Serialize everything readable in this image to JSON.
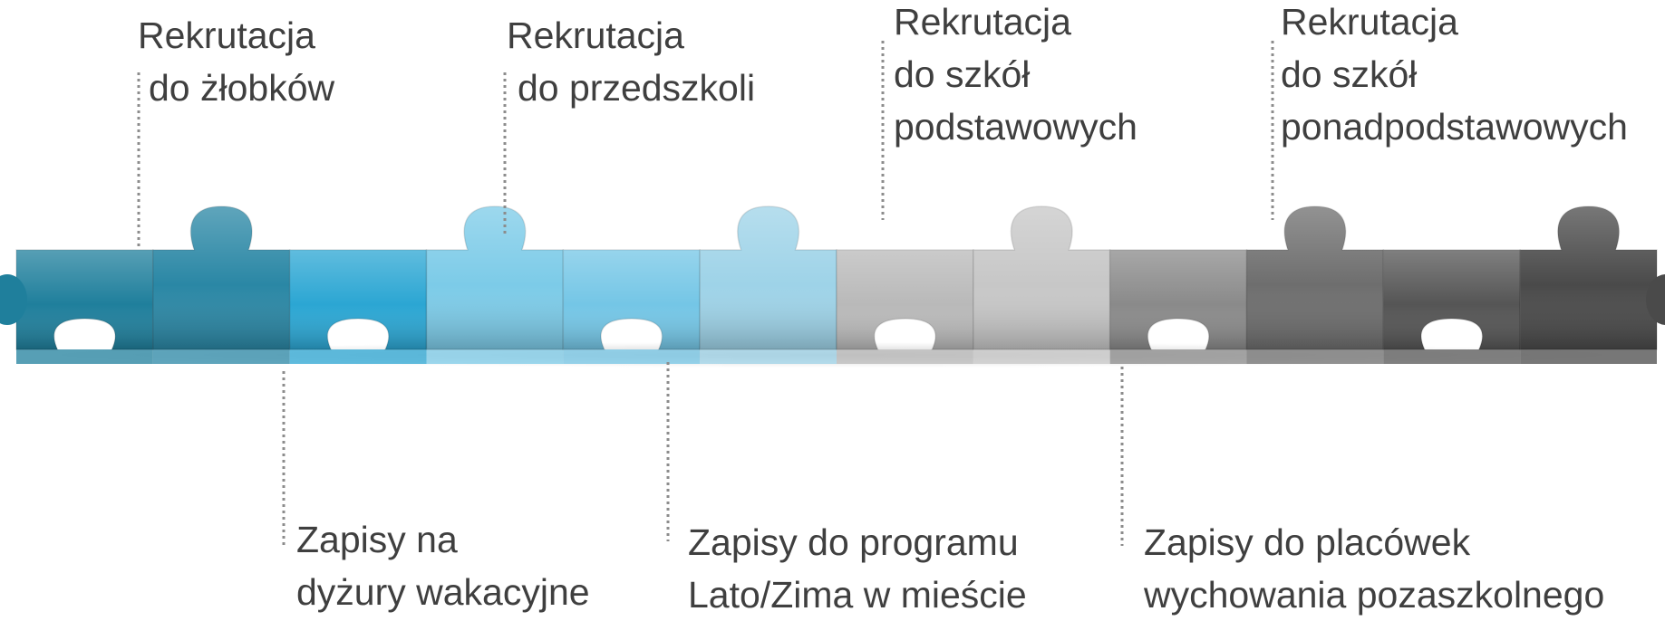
{
  "labels_top": [
    {
      "lines": [
        "Rekrutacja",
        "do żłobków"
      ]
    },
    {
      "lines": [
        "Rekrutacja",
        "do przedszkoli"
      ]
    },
    {
      "lines": [
        "Rekrutacja",
        "do szkół",
        "podstawowych"
      ]
    },
    {
      "lines": [
        "Rekrutacja",
        "do szkół",
        "ponadpodstawowych"
      ]
    }
  ],
  "labels_bottom": [
    {
      "lines": [
        "Zapisy na",
        "dyżury wakacyjne"
      ]
    },
    {
      "lines": [
        "Zapisy do programu",
        "Lato/Zima w mieście"
      ]
    },
    {
      "lines": [
        "Zapisy do placówek",
        "wychowania pozaszkolnego"
      ]
    }
  ],
  "pieces": [
    {
      "color": "#1f7f9c"
    },
    {
      "color": "#2a87a5"
    },
    {
      "color": "#2ba6d3"
    },
    {
      "color": "#7ccbe8"
    },
    {
      "color": "#74c6e6"
    },
    {
      "color": "#9ed3e8"
    },
    {
      "color": "#b9b9b9"
    },
    {
      "color": "#c7c7c7"
    },
    {
      "color": "#8a8a8a"
    },
    {
      "color": "#6e6e6e"
    },
    {
      "color": "#555555"
    },
    {
      "color": "#4a4a4a"
    }
  ]
}
